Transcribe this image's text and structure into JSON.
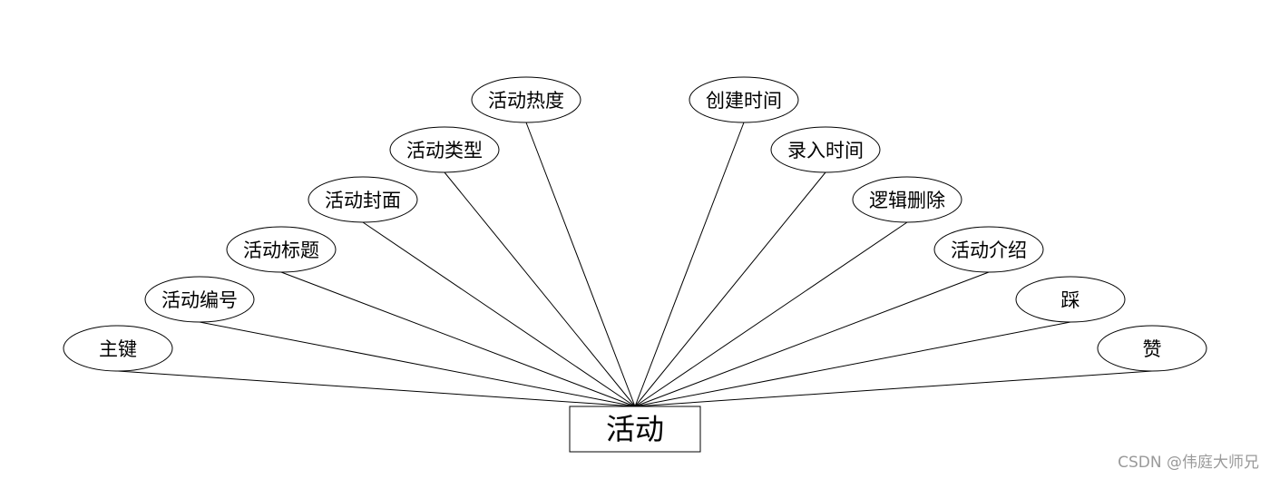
{
  "entity": {
    "label": "活动"
  },
  "attributes": [
    {
      "id": "primary-key",
      "label": "主键"
    },
    {
      "id": "activity-number",
      "label": "活动编号"
    },
    {
      "id": "activity-title",
      "label": "活动标题"
    },
    {
      "id": "activity-cover",
      "label": "活动封面"
    },
    {
      "id": "activity-type",
      "label": "活动类型"
    },
    {
      "id": "activity-heat",
      "label": "活动热度"
    },
    {
      "id": "created-time",
      "label": "创建时间"
    },
    {
      "id": "entry-time",
      "label": "录入时间"
    },
    {
      "id": "logical-delete",
      "label": "逻辑删除"
    },
    {
      "id": "activity-intro",
      "label": "活动介绍"
    },
    {
      "id": "dislike",
      "label": "踩"
    },
    {
      "id": "like",
      "label": "赞"
    }
  ],
  "watermark": "CSDN @伟庭大师兄",
  "colors": {
    "stroke": "#000000",
    "background": "#ffffff",
    "watermark": "#9a9a9a"
  }
}
